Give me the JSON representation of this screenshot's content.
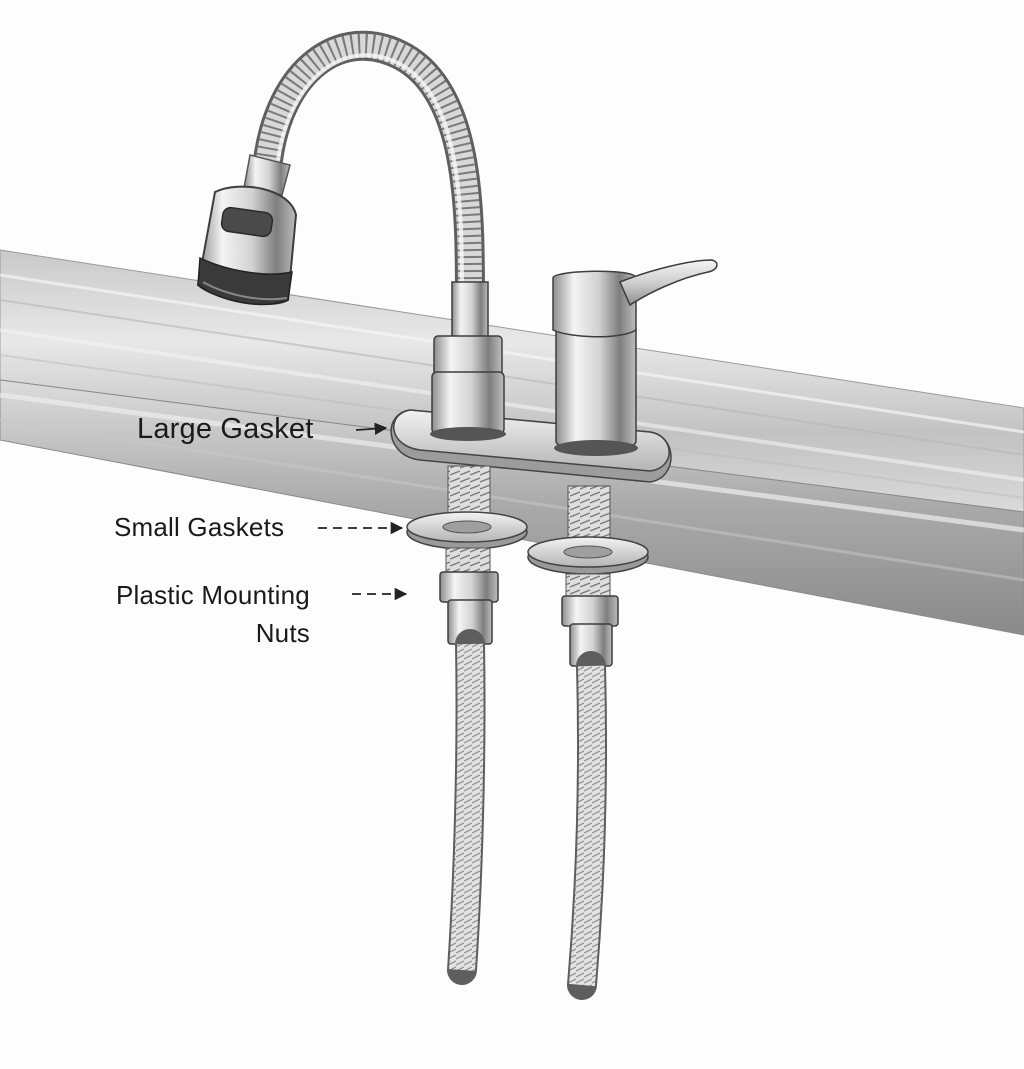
{
  "labels": {
    "large_gasket": "Large Gasket",
    "small_gaskets": "Small Gaskets",
    "mounting_nuts_line1": "Plastic Mounting",
    "mounting_nuts_line2": "Nuts"
  },
  "colors": {
    "background": "#fdfdfd",
    "steel_light": "#eeeeee",
    "steel_mid": "#c4c4c4",
    "steel_dark": "#6b6b6b",
    "line": "#333333",
    "text": "#1a1a1a"
  },
  "icons": {
    "faucet": "flexible-spout-faucet",
    "handle": "single-lever-handle",
    "hoses": "braided-supply-hoses",
    "arrows": "leader-arrows"
  }
}
